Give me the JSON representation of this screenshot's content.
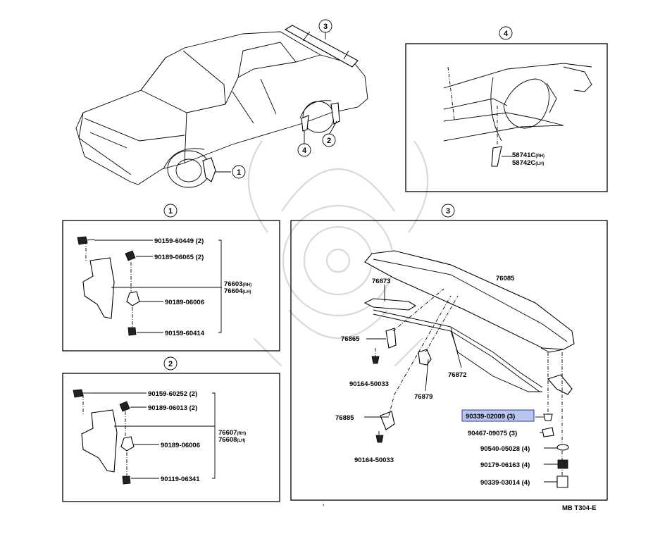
{
  "footer_code": "MB T304-E",
  "view_numbers": {
    "v1": "1",
    "v2": "2",
    "v3": "3",
    "v4": "4"
  },
  "panel1_parts": {
    "p1": "90159-60449 (2)",
    "p2": "90189-06065 (2)",
    "p3": "76603",
    "p3_suffix": "(RH)",
    "p4": "76604",
    "p4_suffix": "(LH)",
    "p5": "90189-06006",
    "p6": "90159-60414"
  },
  "panel2_parts": {
    "p1": "90159-60252 (2)",
    "p2": "90189-06013 (2)",
    "p3": "76607",
    "p3_suffix": "(RH)",
    "p4": "76608",
    "p4_suffix": "(LH)",
    "p5": "90189-06006",
    "p6": "90119-06341"
  },
  "panel3_parts": {
    "spoiler": "76085",
    "seal": "76873",
    "bracket_a": "76865",
    "screw_a": "90164-50033",
    "rail": "76872",
    "clip": "76879",
    "bracket_b": "76885",
    "screw_b": "90164-50033",
    "highlighted": "90339-02009 (3)",
    "n2": "90467-09075 (3)",
    "n3": "90540-05028 (4)",
    "n4": "90179-06163 (4)",
    "n5": "90339-03014 (4)"
  },
  "panel4_parts": {
    "a": "58741C",
    "a_suffix": "(RH)",
    "b": "58742C",
    "b_suffix": "(LH)"
  },
  "highlight_color": "#b9c4f0"
}
